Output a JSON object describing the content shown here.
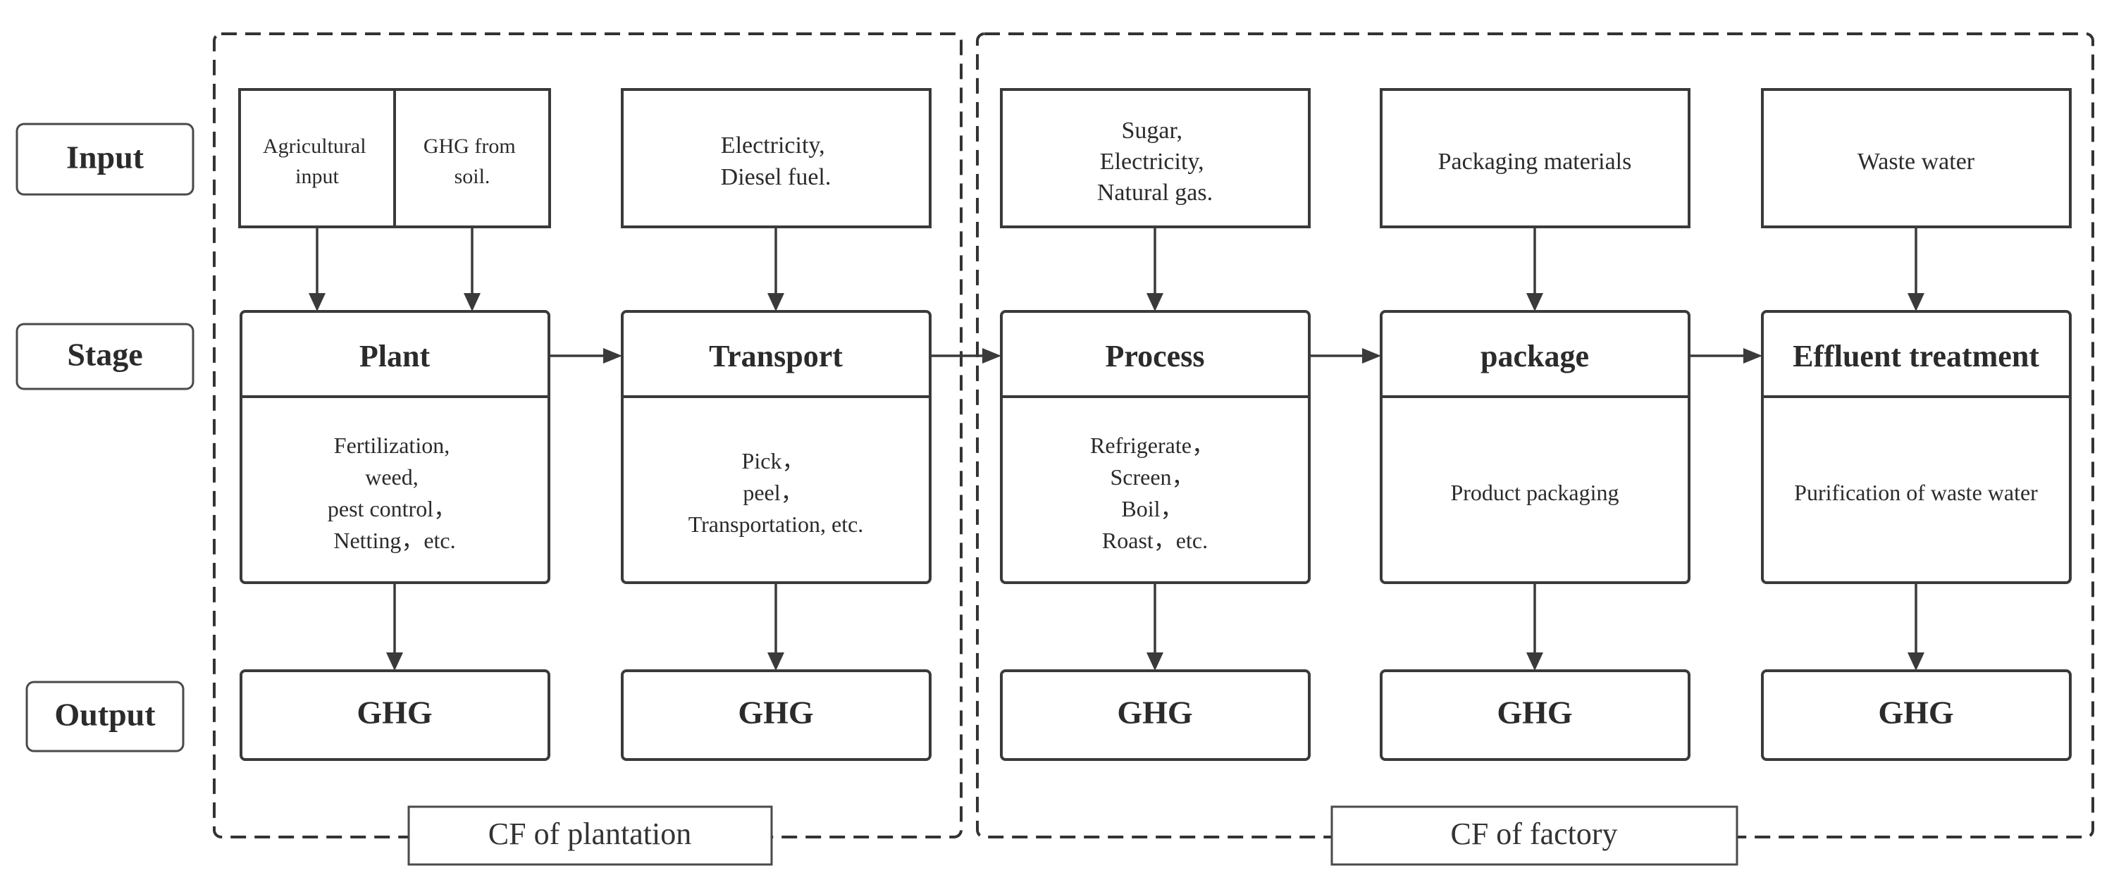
{
  "row_labels": {
    "input": "Input",
    "stage": "Stage",
    "output": "Output"
  },
  "groups": {
    "plantation": "CF of plantation",
    "factory": "CF of factory"
  },
  "inputs": {
    "agricultural": [
      "Agricultural",
      "input"
    ],
    "soil": [
      "GHG from",
      "soil."
    ],
    "transport": [
      "Electricity,",
      "Diesel fuel."
    ],
    "process": [
      "Sugar,",
      "Electricity,",
      "Natural gas."
    ],
    "package": [
      "Packaging materials"
    ],
    "effluent": [
      "Waste water"
    ]
  },
  "stages": [
    {
      "id": "plant",
      "title": "Plant",
      "details": [
        "Fertilization,",
        "weed,",
        "pest control，",
        "Netting，etc."
      ]
    },
    {
      "id": "transport",
      "title": "Transport",
      "details": [
        "Pick，",
        "peel，",
        "Transportation, etc."
      ]
    },
    {
      "id": "process",
      "title": "Process",
      "details": [
        "Refrigerate，",
        "Screen，",
        "Boil，",
        "Roast，etc."
      ]
    },
    {
      "id": "package",
      "title": "package",
      "details": [
        "Product packaging"
      ]
    },
    {
      "id": "effluent",
      "title": "Effluent treatment",
      "details": [
        "Purification of waste water"
      ]
    }
  ],
  "outputs": [
    "GHG",
    "GHG",
    "GHG",
    "GHG",
    "GHG"
  ]
}
